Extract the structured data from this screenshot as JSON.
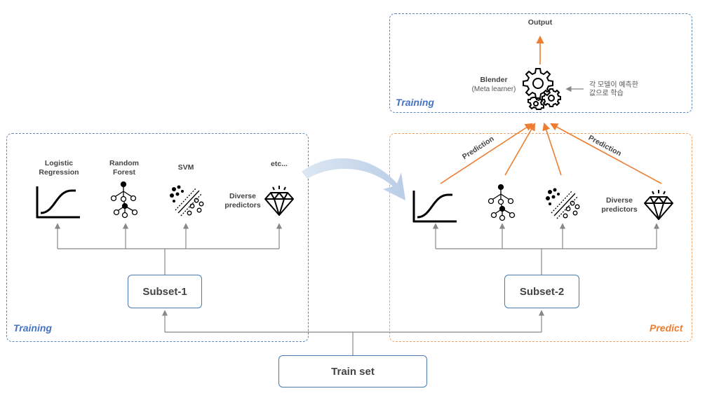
{
  "train_set": "Train set",
  "subset1": "Subset-1",
  "subset2": "Subset-2",
  "left_panel_label": "Training",
  "right_panel_label": "Predict",
  "top_panel_label": "Training",
  "models": {
    "logistic": "Logistic\nRegression",
    "random_forest": "Random\nForest",
    "svm": "SVM",
    "etc": "etc...",
    "diverse_left": "Diverse\npredictors",
    "diverse_right": "Diverse\npredictors"
  },
  "prediction_left": "Prediction",
  "prediction_right": "Prediction",
  "output": "Output",
  "blender": "Blender",
  "blender_sub": "(Meta learner)",
  "note": "각 모델이 예측한\n값으로 학습",
  "colors": {
    "blue": "#4472c4",
    "orange": "#ed7d31",
    "gray": "#888888"
  }
}
